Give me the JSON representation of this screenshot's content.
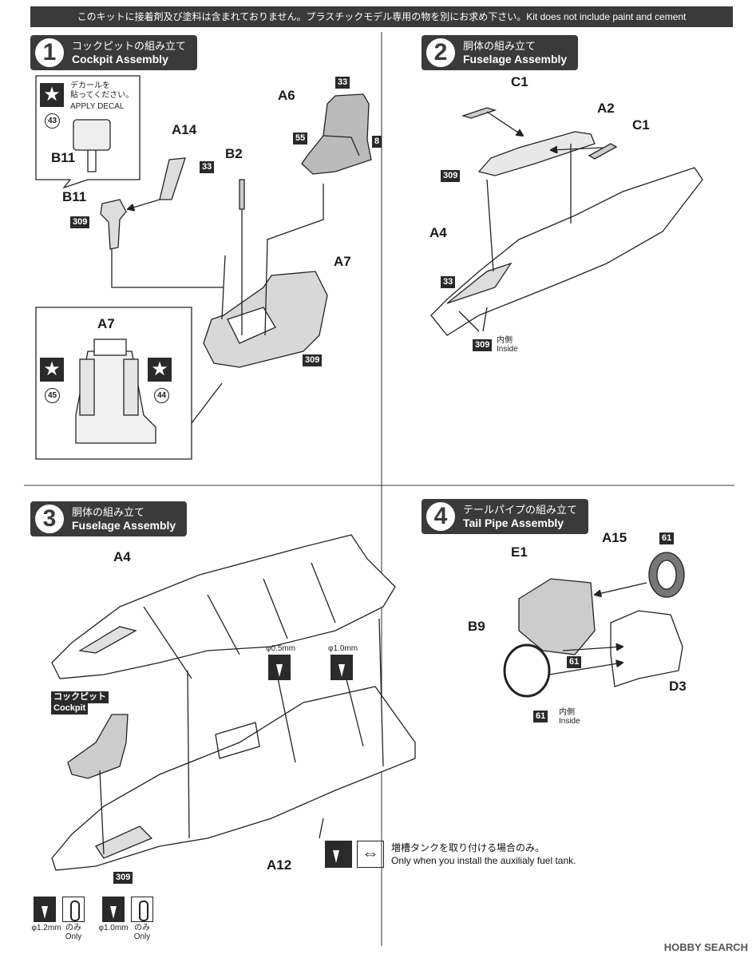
{
  "header": {
    "notice": "このキットに接着剤及び塗料は含まれておりません。プラスチックモデル専用の物を別にお求め下さい。Kit does not include paint and cement"
  },
  "steps": [
    {
      "num": "1",
      "jp": "コックピットの組み立て",
      "en": "Cockpit Assembly"
    },
    {
      "num": "2",
      "jp": "胴体の組み立て",
      "en": "Fuselage Assembly"
    },
    {
      "num": "3",
      "jp": "胴体の組み立て",
      "en": "Fuselage Assembly"
    },
    {
      "num": "4",
      "jp": "テールパイプの組み立て",
      "en": "Tail Pipe Assembly"
    }
  ],
  "step1": {
    "decal_jp": "デカールを\n貼ってください。",
    "decal_en": "APPLY DECAL",
    "decal_43": "43",
    "decal_44": "44",
    "decal_45": "45",
    "parts": {
      "b11a": "B11",
      "b11b": "B11",
      "a14": "A14",
      "b2": "B2",
      "a6": "A6",
      "a7": "A7",
      "a7b": "A7"
    },
    "paints": {
      "p309a": "309",
      "p33a": "33",
      "p33b": "33",
      "p55": "55",
      "p8": "8",
      "p309b": "309"
    }
  },
  "step2": {
    "parts": {
      "c1a": "C1",
      "a2": "A2",
      "c1b": "C1",
      "a4": "A4"
    },
    "paints": {
      "p309": "309",
      "p33": "33",
      "p309b": "309"
    },
    "inside_jp": "内側",
    "inside_en": "Inside"
  },
  "step3": {
    "parts": {
      "a4": "A4",
      "a12": "A12"
    },
    "cockpit_jp": "コックピット",
    "cockpit_en": "Cockpit",
    "drill_05": "φ0.5mm",
    "drill_10": "φ1.0mm",
    "paint_309": "309",
    "fuel_note_jp": "増槽タンクを取り付ける場合のみ。",
    "fuel_note_en": "Only when you install the auxilialy fuel tank.",
    "bottom": {
      "d12": "φ1.2mm",
      "d10": "φ1.0mm",
      "only_jp1": "のみ",
      "only_en1": "Only",
      "only_jp2": "のみ",
      "only_en2": "Only"
    }
  },
  "step4": {
    "parts": {
      "a15": "A15",
      "e1": "E1",
      "b9": "B9",
      "d3": "D3"
    },
    "paints": {
      "p61a": "61",
      "p61b": "61",
      "p61c": "61"
    },
    "inside_jp": "内側",
    "inside_en": "Inside"
  },
  "footer": {
    "logo": "HOBBY SEARCH"
  }
}
